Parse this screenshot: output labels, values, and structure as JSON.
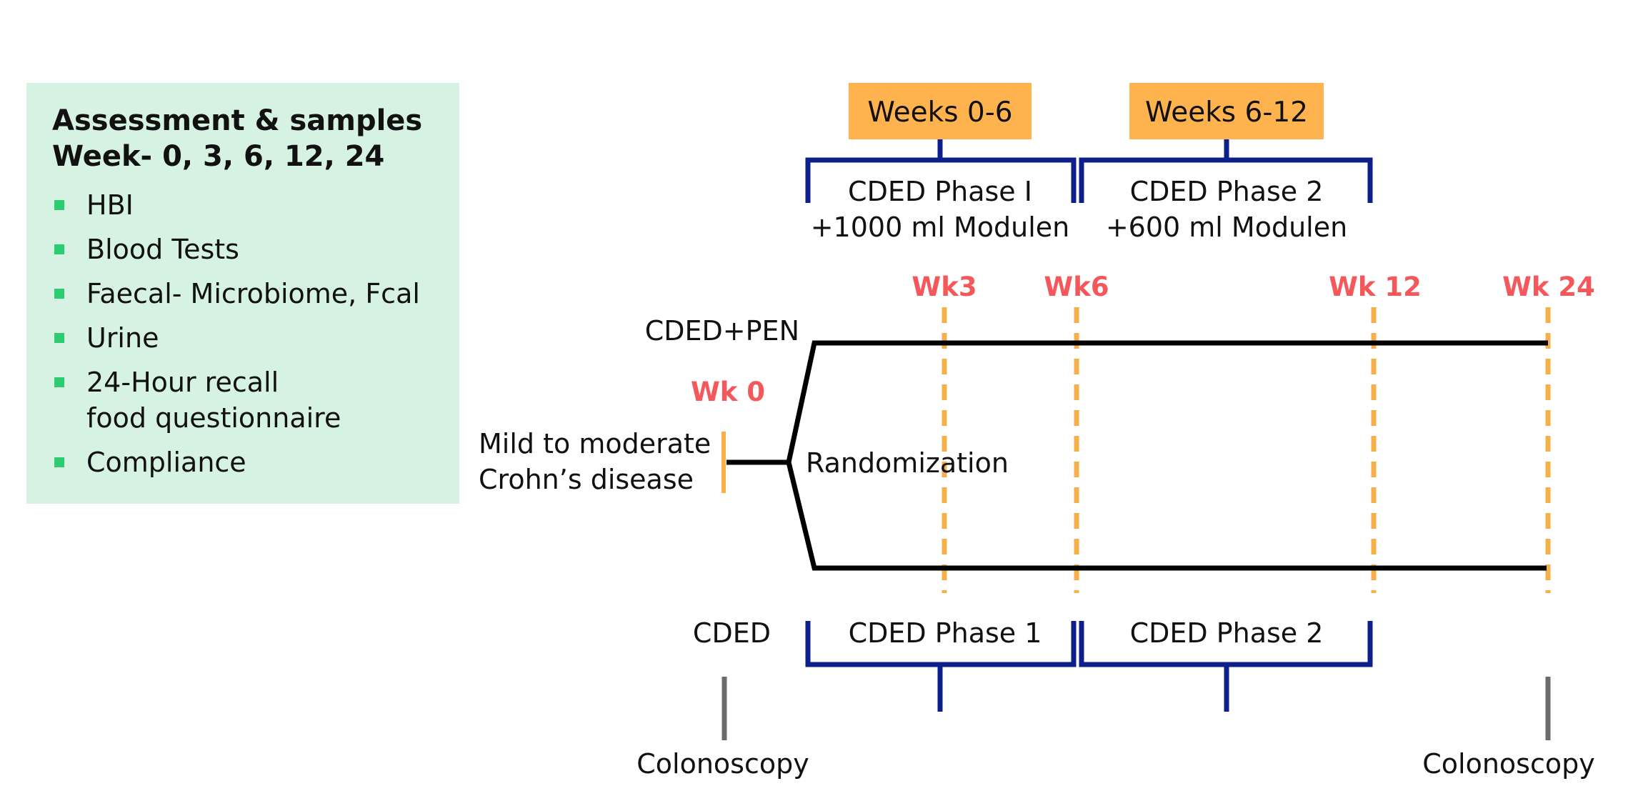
{
  "assessment_panel": {
    "title_line1": "Assessment & samples",
    "title_line2": "Week- 0, 3, 6, 12, 24",
    "items": [
      {
        "line1": "HBI",
        "line2": ""
      },
      {
        "line1": "Blood Tests",
        "line2": ""
      },
      {
        "line1": "Faecal- Microbiome, Fcal",
        "line2": ""
      },
      {
        "line1": "Urine",
        "line2": ""
      },
      {
        "line1": "24-Hour recall",
        "line2": "food questionnaire"
      },
      {
        "line1": "Compliance",
        "line2": ""
      }
    ]
  },
  "top_arm": {
    "arm_label": "CDED+PEN",
    "period1_label": "Weeks 0-6",
    "period2_label": "Weeks 6-12",
    "phase1_line1": "CDED Phase I",
    "phase1_line2": "+1000 ml Modulen",
    "phase2_line1": "CDED Phase 2",
    "phase2_line2": "+600 ml Modulen"
  },
  "bottom_arm": {
    "arm_label": "CDED",
    "phase1_label": "CDED Phase 1",
    "phase2_label": "CDED Phase 2"
  },
  "timepoints": {
    "wk0": "Wk 0",
    "wk3": "Wk3",
    "wk6": "Wk6",
    "wk12": "Wk 12",
    "wk24": "Wk 24"
  },
  "population_line1": "Mild to moderate",
  "population_line2": "Crohn’s disease",
  "randomization_label": "Randomization",
  "colonoscopy_start": "Colonoscopy",
  "colonoscopy_end": "Colonoscopy",
  "colors": {
    "panel_bg": "#d5f2e2",
    "bullet": "#2ecc71",
    "period_box": "#ffb34f",
    "bracket": "#0c1f8c",
    "timepoint_text": "#f4585b",
    "timepoint_line": "#f5b04a",
    "arm_line": "#000000",
    "colonoscopy_tick": "#6b6b6b"
  }
}
